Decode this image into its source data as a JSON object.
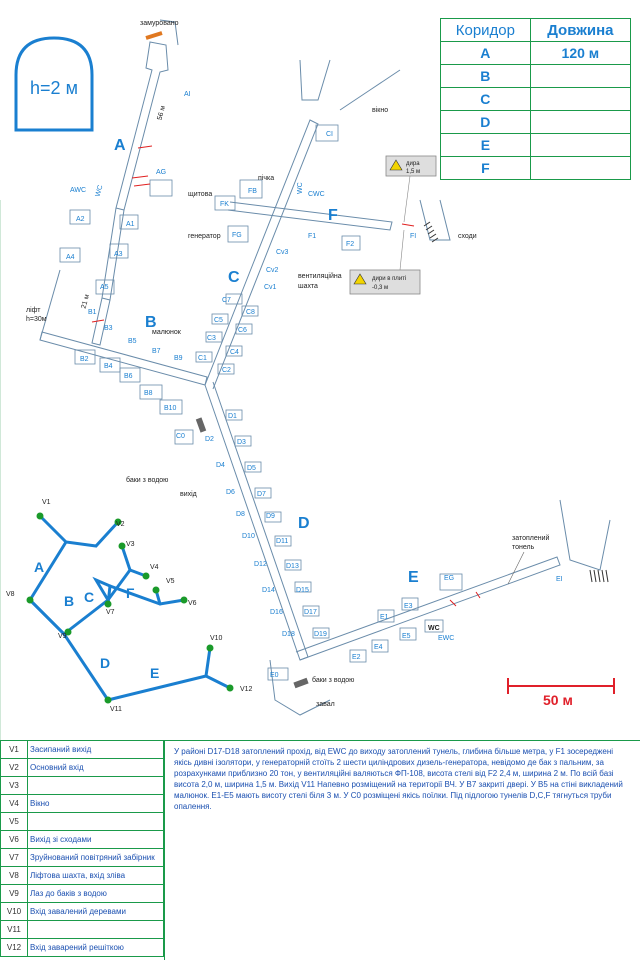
{
  "height_label": "h=2 м",
  "corridor_table": {
    "header_corridor": "Коридор",
    "header_length": "Довжина",
    "rows": [
      {
        "name": "A",
        "length": "120 м"
      },
      {
        "name": "B",
        "length": ""
      },
      {
        "name": "C",
        "length": ""
      },
      {
        "name": "D",
        "length": ""
      },
      {
        "name": "E",
        "length": ""
      },
      {
        "name": "F",
        "length": ""
      }
    ]
  },
  "map_labels": {
    "zamurovano": "замуровано",
    "vikno": "вікно",
    "pichka": "пічка",
    "shchytova": "щитова",
    "heneratory": "генератор",
    "skhody": "сходи",
    "lift": "ліфт",
    "lift_h": "h=30м",
    "maliunok": "малюнок",
    "vent1": "вентиляційна",
    "vent2": "шахта",
    "baky": "баки з водою",
    "vykhid": "вихід",
    "baky2": "баки з водою",
    "zaval": "завал",
    "zatop1": "затоплений",
    "zatop2": "тонель",
    "dist_56": "56 м",
    "dist_21": "21 м"
  },
  "warnings": [
    {
      "line1": "дира",
      "line2": "1,5 м"
    },
    {
      "line1": "дири в плиті",
      "line2": "-0,3 м"
    }
  ],
  "corridor_letters": [
    "A",
    "B",
    "C",
    "D",
    "E",
    "F"
  ],
  "rooms": [
    "AI",
    "AG",
    "AWC",
    "A1",
    "A2",
    "A3",
    "A4",
    "A5",
    "WC",
    "B1",
    "B2",
    "B3",
    "B4",
    "B5",
    "B6",
    "B7",
    "B8",
    "B9",
    "B10",
    "CI",
    "CWC",
    "WC",
    "FB",
    "FK",
    "FG",
    "F1",
    "F2",
    "FI",
    "Cv1",
    "Cv2",
    "Cv3",
    "C7",
    "C8",
    "C5",
    "C6",
    "C3",
    "C4",
    "C1",
    "C2",
    "C0",
    "D1",
    "D2",
    "D3",
    "D4",
    "D5",
    "D6",
    "D7",
    "D8",
    "D9",
    "D10",
    "D11",
    "D12",
    "D13",
    "D14",
    "D15",
    "D16",
    "D17",
    "D18",
    "D19",
    "E0",
    "E1",
    "E2",
    "E3",
    "E4",
    "E5",
    "EG",
    "EI",
    "EWC",
    "WC"
  ],
  "scale_label": "50 м",
  "schematic": {
    "vertices": [
      "V1",
      "V2",
      "V3",
      "V4",
      "V5",
      "V6",
      "V7",
      "V8",
      "V9",
      "V10",
      "V11",
      "V12"
    ],
    "letters": [
      "A",
      "B",
      "C",
      "F",
      "D",
      "E"
    ]
  },
  "legend": [
    {
      "code": "V1",
      "text": "Засипаний вихід"
    },
    {
      "code": "V2",
      "text": "Основний вхід"
    },
    {
      "code": "V3",
      "text": ""
    },
    {
      "code": "V4",
      "text": "Вікно"
    },
    {
      "code": "V5",
      "text": ""
    },
    {
      "code": "V6",
      "text": "Вихід зі сходами"
    },
    {
      "code": "V7",
      "text": "Зруйнований повітряний забірник"
    },
    {
      "code": "V8",
      "text": "Ліфтова шахта, вхід зліва"
    },
    {
      "code": "V9",
      "text": "Лаз до баків з водою"
    },
    {
      "code": "V10",
      "text": "Вхід завалений деревами"
    },
    {
      "code": "V11",
      "text": ""
    },
    {
      "code": "V12",
      "text": "Вхід заварений решіткою"
    }
  ],
  "note": "У районі D17-D18 затоплений прохід, від EWC до виходу затоплений тунель, глибина більше метра, у F1 зосереджені якісь дивні ізолятори, у генераторній стоїть 2 шести циліндрових дизель-генератора, невідомо де бак з пальним, за розрахунками приблизно 20 тон, у вентиляційні валяються ФП-108, висота стелі від F2 2,4 м, ширина 2 м. По всій базі висота 2,0 м, ширина 1,5 м. Вихід V11 Напевно розміщений на території ВЧ. У В7 закриті двері. У В5 на стіні викладений малюнок. Е1-Е5 мають висоту стелі біля 3 м. У С0 розміщені якісь поїлки. Під підлогою тунелів D,C,F тягнуться труби опалення.",
  "colors": {
    "accent": "#1a7fd0",
    "line": "#6a8caa",
    "node": "#1a9a2a",
    "warn": "#f2d400",
    "scale": "#e0202a",
    "border": "#1a9a4a",
    "orange": "#e07820"
  }
}
